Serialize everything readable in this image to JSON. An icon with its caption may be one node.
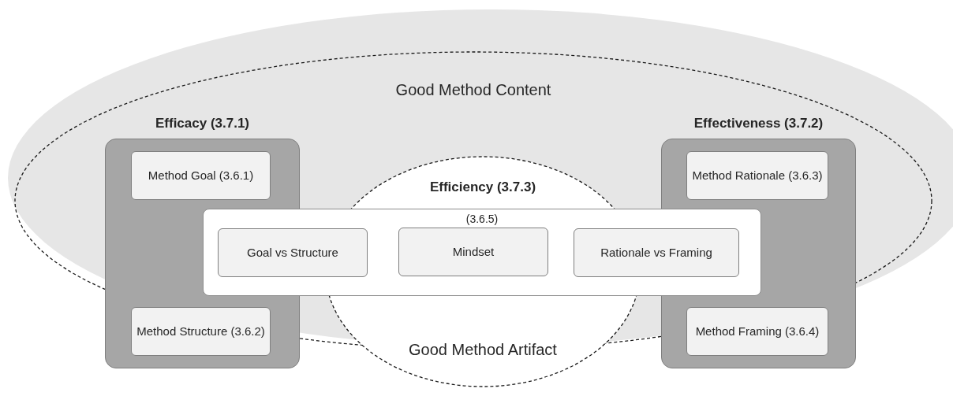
{
  "diagram": {
    "nodes": [
      {
        "text": [
          "Good Method Content"
        ]
      },
      {
        "text": [],
        "shape": "box"
      },
      {
        "text": [
          "Method Goal (3.6.1)"
        ],
        "in": 1
      },
      {
        "text": [
          "Method Structure (3.6.2)"
        ],
        "in": 1
      },
      {
        "text": [],
        "shape": "box"
      },
      {
        "text": [
          "Method Rationale (3.6.3)"
        ],
        "in": 4
      },
      {
        "text": [
          "Method Framing (3.6.4)"
        ],
        "in": 4
      },
      {
        "text": [
          "Efficiency (3.7.3)",
          "Good Method Artifact"
        ]
      },
      {
        "text": [
          "(3.6.5)"
        ],
        "in": 0
      },
      {
        "text": [
          "Goal vs Structure"
        ],
        "in": 8
      },
      {
        "text": [
          "Mindset"
        ]
      },
      {
        "text": [
          "Rationale vs Framing"
        ],
        "in": 8
      }
    ],
    "labels": [
      "Efficacy (3.7.1)",
      "Effectiveness (3.7.2)"
    ]
  }
}
